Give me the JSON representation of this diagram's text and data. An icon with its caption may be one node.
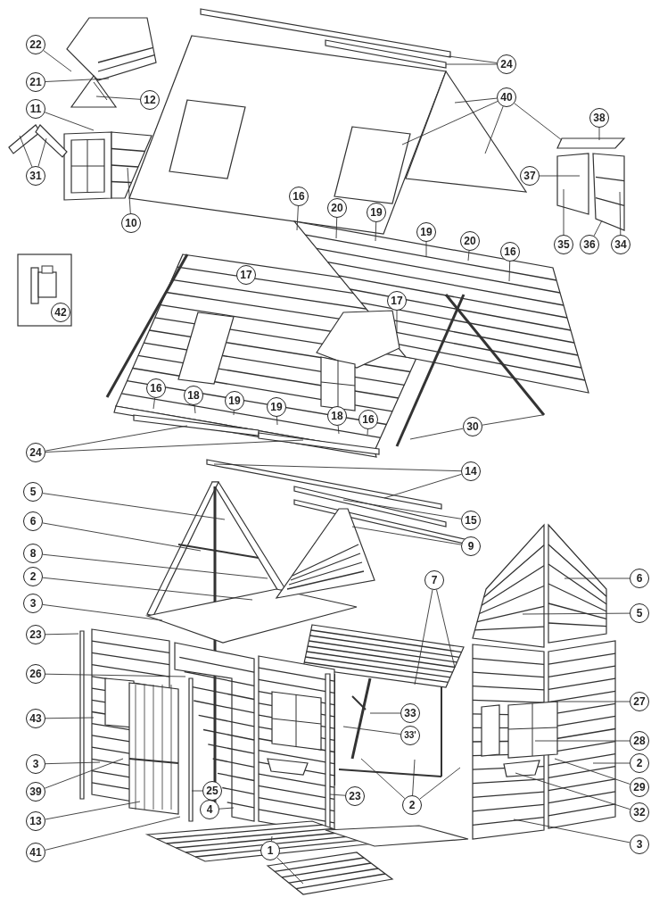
{
  "diagram": {
    "nodes": [
      {
        "text": [
          "22"
        ]
      },
      {
        "text": [
          "21"
        ]
      },
      {
        "text": [
          "12"
        ]
      },
      {
        "text": [
          "11"
        ]
      },
      {
        "text": [
          "31"
        ]
      },
      {
        "text": [
          "10"
        ]
      },
      {
        "text": [
          "42"
        ]
      },
      {
        "text": [
          "24"
        ]
      },
      {
        "text": [
          "40"
        ]
      },
      {
        "text": [
          "38"
        ]
      },
      {
        "text": [
          "37"
        ]
      },
      {
        "text": [
          "35"
        ]
      },
      {
        "text": [
          "36"
        ]
      },
      {
        "text": [
          "34"
        ]
      },
      {
        "text": [
          "16"
        ]
      },
      {
        "text": [
          "20"
        ]
      },
      {
        "text": [
          "19"
        ]
      },
      {
        "text": [
          "19"
        ]
      },
      {
        "text": [
          "20"
        ]
      },
      {
        "text": [
          "16"
        ]
      },
      {
        "text": [
          "17"
        ]
      },
      {
        "text": [
          "17"
        ]
      },
      {
        "text": [
          "16"
        ]
      },
      {
        "text": [
          "18"
        ]
      },
      {
        "text": [
          "19"
        ]
      },
      {
        "text": [
          "19"
        ]
      },
      {
        "text": [
          "18"
        ]
      },
      {
        "text": [
          "16"
        ]
      },
      {
        "text": [
          "30"
        ]
      },
      {
        "text": [
          "24"
        ]
      },
      {
        "text": [
          "14"
        ]
      },
      {
        "text": [
          "15"
        ]
      },
      {
        "text": [
          "9"
        ]
      },
      {
        "text": [
          "5"
        ]
      },
      {
        "text": [
          "6"
        ]
      },
      {
        "text": [
          "8"
        ]
      },
      {
        "text": [
          "2"
        ]
      },
      {
        "text": [
          "3"
        ]
      },
      {
        "text": [
          "23"
        ]
      },
      {
        "text": [
          "26"
        ]
      },
      {
        "text": [
          "43"
        ]
      },
      {
        "text": [
          "3"
        ]
      },
      {
        "text": [
          "39"
        ]
      },
      {
        "text": [
          "13"
        ]
      },
      {
        "text": [
          "41"
        ]
      },
      {
        "text": [
          "25"
        ]
      },
      {
        "text": [
          "4"
        ]
      },
      {
        "text": [
          "1"
        ]
      },
      {
        "text": [
          "7"
        ]
      },
      {
        "text": [
          "33"
        ]
      },
      {
        "text": [
          "33'"
        ]
      },
      {
        "text": [
          "2"
        ]
      },
      {
        "text": [
          "23"
        ]
      },
      {
        "text": [
          "6"
        ]
      },
      {
        "text": [
          "5"
        ]
      },
      {
        "text": [
          "27"
        ]
      },
      {
        "text": [
          "28"
        ]
      },
      {
        "text": [
          "2"
        ]
      },
      {
        "text": [
          "29"
        ]
      },
      {
        "text": [
          "32"
        ]
      },
      {
        "text": [
          "3"
        ]
      }
    ],
    "edges": [
      {
        "from": 0,
        "to": null,
        "arrow": "none"
      },
      {
        "from": 1,
        "to": null,
        "arrow": "none"
      },
      {
        "from": 2,
        "to": null,
        "arrow": "none"
      },
      {
        "from": 3,
        "to": null,
        "arrow": "none"
      },
      {
        "from": 4,
        "to": null,
        "arrow": "none"
      },
      {
        "from": 4,
        "to": null,
        "arrow": "none"
      },
      {
        "from": 5,
        "to": null,
        "arrow": "none"
      },
      {
        "from": 7,
        "to": null,
        "arrow": "none"
      },
      {
        "from": 7,
        "to": null,
        "arrow": "none"
      },
      {
        "from": 8,
        "to": null,
        "arrow": "none"
      },
      {
        "from": 8,
        "to": null,
        "arrow": "none"
      },
      {
        "from": 8,
        "to": null,
        "arrow": "none"
      },
      {
        "from": 8,
        "to": null,
        "arrow": "none"
      },
      {
        "from": 9,
        "to": null,
        "arrow": "none"
      },
      {
        "from": 10,
        "to": null,
        "arrow": "none"
      },
      {
        "from": 11,
        "to": null,
        "arrow": "none"
      },
      {
        "from": 12,
        "to": null,
        "arrow": "none"
      },
      {
        "from": 13,
        "to": null,
        "arrow": "none"
      },
      {
        "from": 14,
        "to": null,
        "arrow": "none"
      },
      {
        "from": 15,
        "to": null,
        "arrow": "none"
      },
      {
        "from": 16,
        "to": null,
        "arrow": "none"
      },
      {
        "from": 17,
        "to": null,
        "arrow": "none"
      },
      {
        "from": 18,
        "to": null,
        "arrow": "none"
      },
      {
        "from": 19,
        "to": null,
        "arrow": "none"
      },
      {
        "from": 21,
        "to": null,
        "arrow": "none"
      },
      {
        "from": 22,
        "to": null,
        "arrow": "none"
      },
      {
        "from": 23,
        "to": null,
        "arrow": "none"
      },
      {
        "from": 24,
        "to": null,
        "arrow": "none"
      },
      {
        "from": 25,
        "to": null,
        "arrow": "none"
      },
      {
        "from": 26,
        "to": null,
        "arrow": "none"
      },
      {
        "from": 27,
        "to": null,
        "arrow": "none"
      },
      {
        "from": 28,
        "to": null,
        "arrow": "none"
      },
      {
        "from": 28,
        "to": null,
        "arrow": "none"
      },
      {
        "from": 29,
        "to": null,
        "arrow": "none"
      },
      {
        "from": 29,
        "to": null,
        "arrow": "none"
      },
      {
        "from": 30,
        "to": null,
        "arrow": "none"
      },
      {
        "from": 30,
        "to": null,
        "arrow": "none"
      },
      {
        "from": 31,
        "to": null,
        "arrow": "none"
      },
      {
        "from": 32,
        "to": null,
        "arrow": "none"
      },
      {
        "from": 33,
        "to": null,
        "arrow": "none"
      },
      {
        "from": 34,
        "to": null,
        "arrow": "none"
      },
      {
        "from": 35,
        "to": null,
        "arrow": "none"
      },
      {
        "from": 36,
        "to": null,
        "arrow": "none"
      },
      {
        "from": 37,
        "to": null,
        "arrow": "none"
      },
      {
        "from": 38,
        "to": null,
        "arrow": "none"
      },
      {
        "from": 39,
        "to": null,
        "arrow": "none"
      },
      {
        "from": 40,
        "to": null,
        "arrow": "none"
      },
      {
        "from": 41,
        "to": null,
        "arrow": "none"
      },
      {
        "from": 42,
        "to": null,
        "arrow": "none"
      },
      {
        "from": 43,
        "to": null,
        "arrow": "none"
      },
      {
        "from": 44,
        "to": null,
        "arrow": "none"
      },
      {
        "from": 45,
        "to": null,
        "arrow": "none"
      },
      {
        "from": 46,
        "to": null,
        "arrow": "none"
      },
      {
        "from": 47,
        "to": null,
        "arrow": "none"
      },
      {
        "from": 47,
        "to": null,
        "arrow": "none"
      },
      {
        "from": 48,
        "to": null,
        "arrow": "none"
      },
      {
        "from": 48,
        "to": null,
        "arrow": "none"
      },
      {
        "from": 49,
        "to": null,
        "arrow": "none"
      },
      {
        "from": 50,
        "to": null,
        "arrow": "none"
      },
      {
        "from": 51,
        "to": null,
        "arrow": "none"
      },
      {
        "from": 51,
        "to": null,
        "arrow": "none"
      },
      {
        "from": 51,
        "to": null,
        "arrow": "none"
      },
      {
        "from": 52,
        "to": null,
        "arrow": "none"
      },
      {
        "from": 53,
        "to": null,
        "arrow": "none"
      },
      {
        "from": 54,
        "to": null,
        "arrow": "none"
      },
      {
        "from": 55,
        "to": null,
        "arrow": "none"
      },
      {
        "from": 56,
        "to": null,
        "arrow": "none"
      },
      {
        "from": 57,
        "to": null,
        "arrow": "none"
      },
      {
        "from": 58,
        "to": null,
        "arrow": "none"
      },
      {
        "from": 59,
        "to": null,
        "arrow": "none"
      },
      {
        "from": 60,
        "to": null,
        "arrow": "none"
      }
    ]
  }
}
